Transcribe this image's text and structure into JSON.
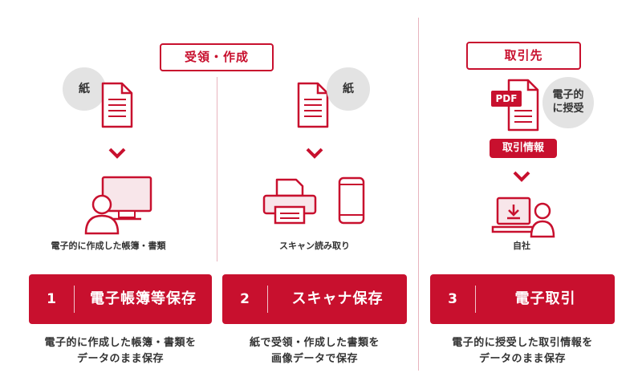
{
  "colors": {
    "accent": "#c8102e",
    "light_fill": "#f8e6ea",
    "circle_gray": "#e3e3e3"
  },
  "tags": {
    "receive_create": "受領・作成",
    "counterparty": "取引先"
  },
  "icons": {
    "paper_label_1": "紙",
    "paper_label_2": "紙",
    "pdf_label": "PDF",
    "electronic_receive_line1": "電子的",
    "electronic_receive_line2": "に授受",
    "transaction_info": "取引情報"
  },
  "captions": {
    "col1": "電子的に作成した帳簿・書類",
    "col2": "スキャン読み取り",
    "col3": "自社"
  },
  "boxes": [
    {
      "number": "1",
      "title": "電子帳簿等保存"
    },
    {
      "number": "2",
      "title": "スキャナ保存"
    },
    {
      "number": "3",
      "title": "電子取引"
    }
  ],
  "descriptions": [
    {
      "line1": "電子的に作成した帳簿・書類を",
      "line2": "データのまま保存"
    },
    {
      "line1": "紙で受領・作成した書類を",
      "line2": "画像データで保存"
    },
    {
      "line1": "電子的に授受した取引情報を",
      "line2": "データのまま保存"
    }
  ]
}
